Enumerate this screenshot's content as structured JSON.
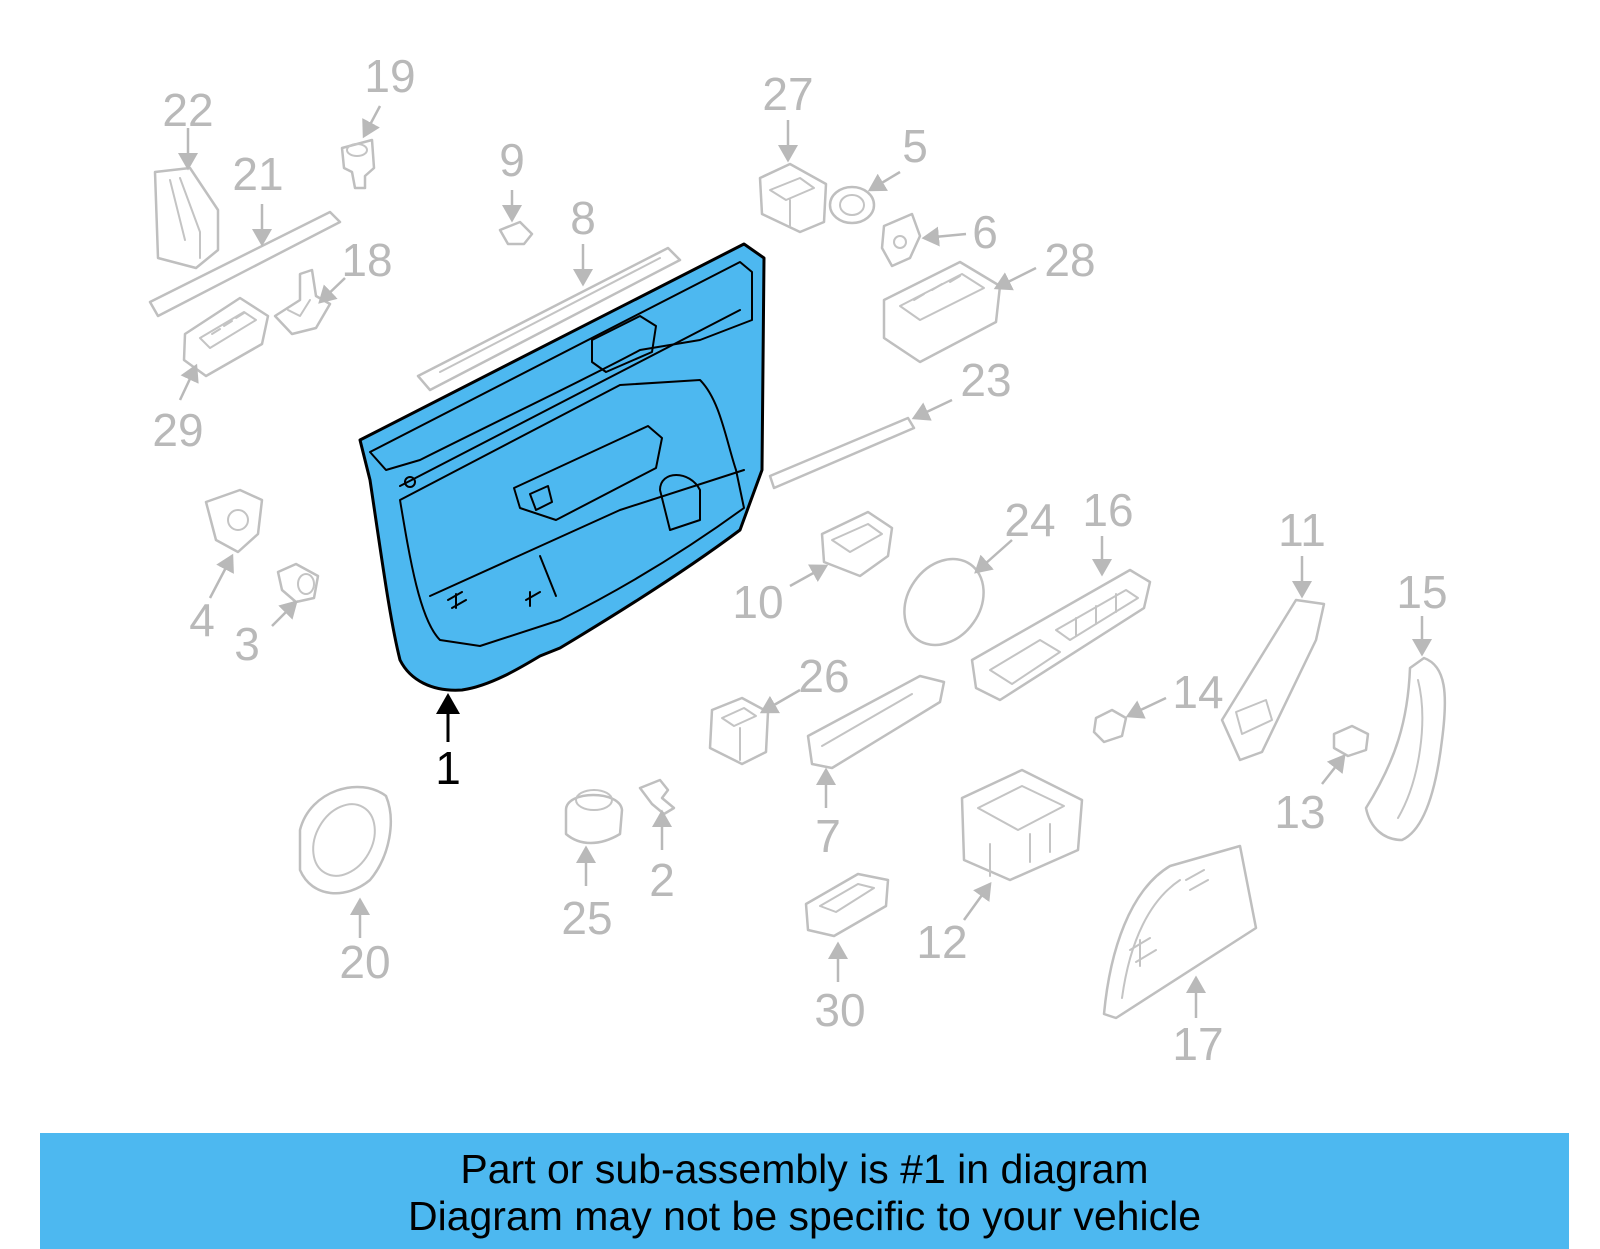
{
  "diagram": {
    "highlight_color": "#4DB8F0",
    "callout_labels": [
      "22",
      "19",
      "21",
      "9",
      "27",
      "5",
      "8",
      "6",
      "18",
      "28",
      "29",
      "23",
      "4",
      "3",
      "24",
      "16",
      "10",
      "11",
      "15",
      "26",
      "14",
      "1",
      "7",
      "13",
      "25",
      "2",
      "12",
      "20",
      "30",
      "17"
    ],
    "selected_label": "1"
  },
  "banner": {
    "line1": "Part or sub-assembly is #1 in diagram",
    "line2": "Diagram may not be specific to your vehicle",
    "background": "#4DB8F0"
  }
}
